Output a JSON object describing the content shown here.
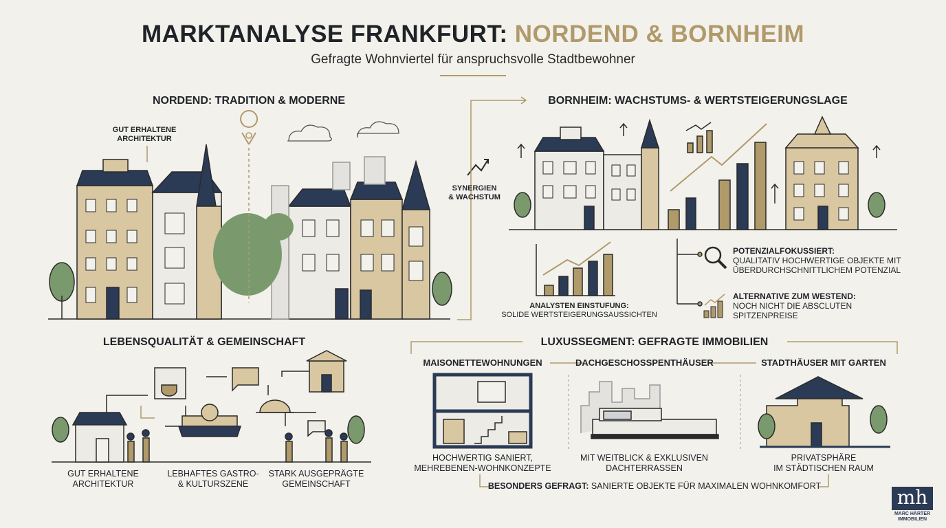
{
  "header": {
    "title_part1": "MARKTANALYSE FRANKFURT: ",
    "title_part2": "NORDEND & BORNHEIM",
    "subtitle": "Gefragte Wohnviertel für anspruchsvolle Stadtbewohner"
  },
  "nordend": {
    "heading": "NORDEND: TRADITION & MODERNE",
    "label": "GUT ERHALTENE\nARCHITEKTUR",
    "label_l1": "GUT ERHALTENE",
    "label_l2": "ARCHITEKTUR"
  },
  "synergy": {
    "l1": "SYNERGIEN",
    "l2": "& WACHSTUM"
  },
  "bornheim": {
    "heading": "BORNHEIM: WACHSTUMS- & WERTSTEIGERUNGSLAGE",
    "chart_caption_bold": "ANALYSTEN EINSTUFUNG:",
    "chart_caption": "SOLIDE WERTSTEIGERUNGSAUSSICHTEN",
    "points": [
      {
        "title": "POTENZIALFOKUSSIERT:",
        "l1": "QUALITATIV HOCHWERTIGE OBJEKTE MIT",
        "l2": "ÜBERDURCHSCHNITTLICHEM POTENZIAL",
        "icon": "magnifier-icon"
      },
      {
        "title": "ALTERNATIVE ZUM WESTEND:",
        "l1": "NOCH NICHT DIE ABSCLUTEN",
        "l2": "SPITZENPREISE",
        "icon": "growth-chart-icon"
      }
    ]
  },
  "life": {
    "heading": "LEBENSQUALITÄT & GEMEINSCHAFT",
    "items": [
      {
        "l1": "GUT ERHALTENE",
        "l2": "ARCHITEKTUR"
      },
      {
        "l1": "LEBHAFTES GASTRO-",
        "l2": "& KULTURSZENE"
      },
      {
        "l1": "STARK AUSGEPRÄGTE",
        "l2": "GEMEINSCHAFT"
      }
    ]
  },
  "luxury": {
    "heading": "LUXUSSEGMENT: GEFRAGTE IMMOBILIEN",
    "items": [
      {
        "title": "MAISONETTEWOHNUNGEN",
        "l1": "HOCHWERTIG SANIERT,",
        "l2": "MEHREBENEN-WOHNKONZEPTE"
      },
      {
        "title": "DACHGESCHOSSPENTHÄUSER",
        "l1": "MIT WEITBLICK & EXKLUSIVEN",
        "l2": "DACHTERRASSEN"
      },
      {
        "title": "STADTHÄUSER MIT GARTEN",
        "l1": "PRIVATSPHÄRE",
        "l2": "IM STÄDTISCHEN RAUM"
      }
    ],
    "note_bold": "BESONDERS GEFRAGT:",
    "note": " SANIERTE OBJEKTE FÜR MAXIMALEN WOHNKOMFORT"
  },
  "logo": {
    "mark": "mh",
    "l1": "MARC HÄRTER",
    "l2": "IMMOBILIEN"
  },
  "colors": {
    "navy": "#2b3a55",
    "gold": "#b09a6a",
    "background": "#f3f1ec",
    "green": "#7a9a6e"
  }
}
